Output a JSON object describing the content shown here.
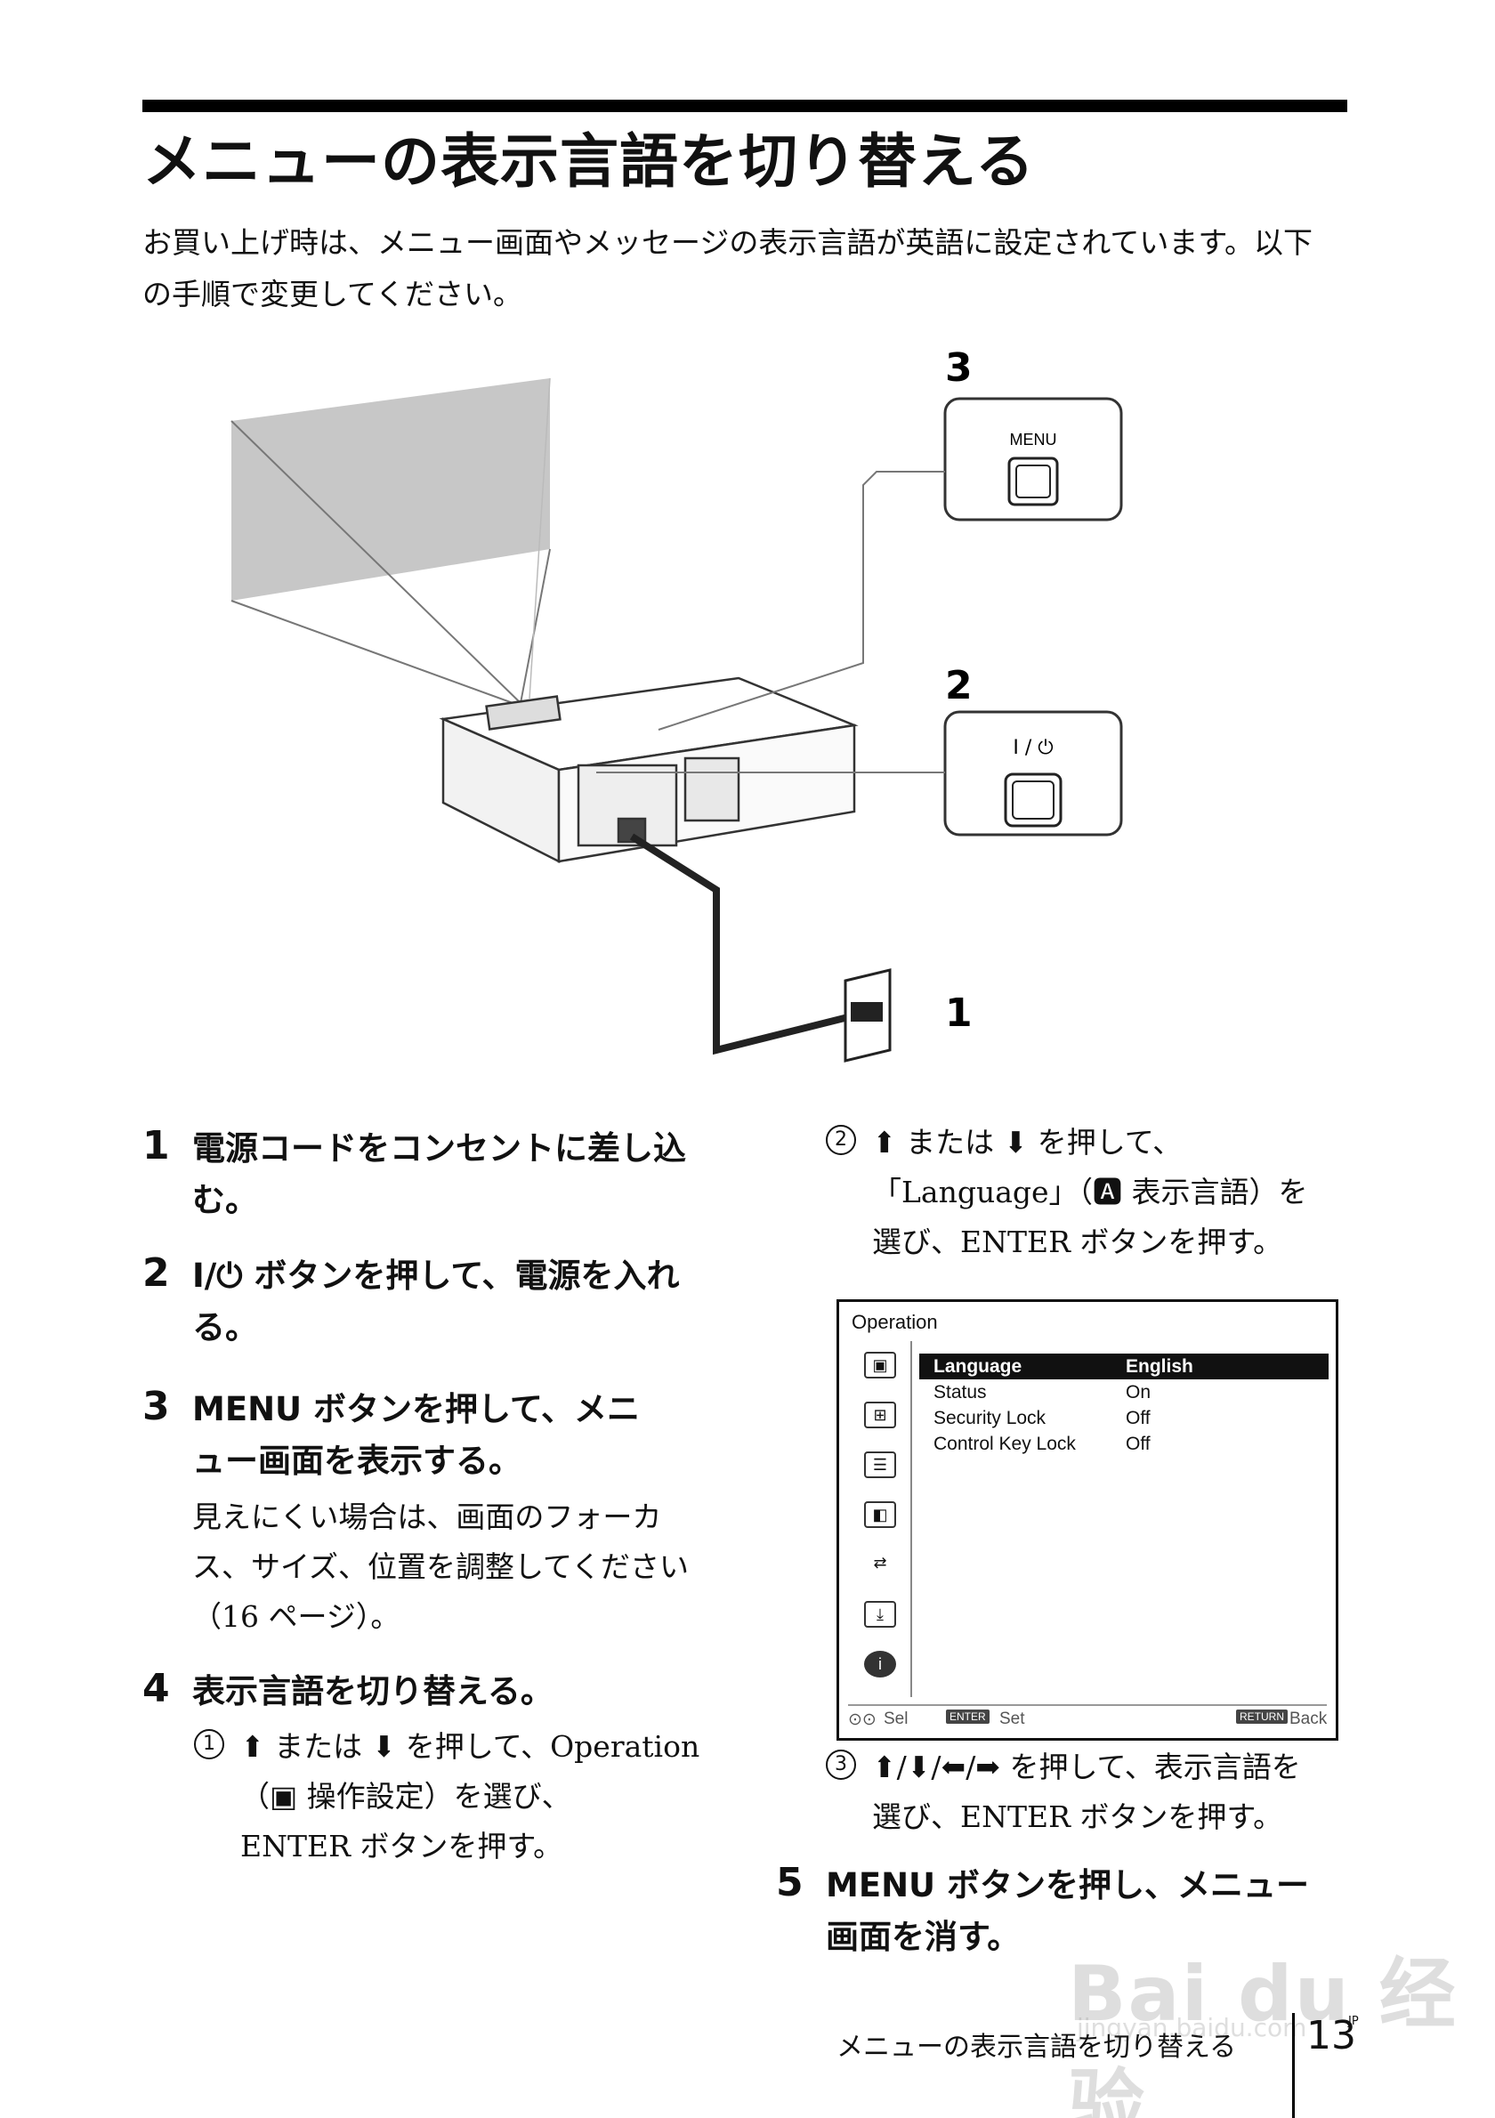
{
  "page": {
    "title": "メニューの表示言語を切り替える",
    "intro": "お買い上げ時は、メニュー画面やメッセージの表示言語が英語に設定されています。以下の手順で変更してください。"
  },
  "figure": {
    "callout3_num": "3",
    "callout3_label": "MENU",
    "callout2_num": "2",
    "callout2_label": "I / ⏻",
    "callout1_num": "1"
  },
  "steps": {
    "s1": {
      "num": "1",
      "text": "電源コードをコンセントに差し込む。"
    },
    "s2": {
      "num": "2",
      "text": "I/⏻ ボタンを押して、電源を入れる。"
    },
    "s3": {
      "num": "3",
      "text": "MENU ボタンを押して、メニュー画面を表示する。",
      "note": "見えにくい場合は、画面のフォーカス、サイズ、位置を調整してください（16 ページ）。"
    },
    "s4": {
      "num": "4",
      "text": "表示言語を切り替える。",
      "sub1_num": "1",
      "sub1_line1": "⬆ または ⬇ を押して、Operation",
      "sub1_line2": "（▣ 操作設定）を選び、",
      "sub1_line3": "ENTER ボタンを押す。",
      "sub2_num": "2",
      "sub2_line1": "⬆ または ⬇ を押して、",
      "sub2_line2": "「Language」（🅰 表示言語）を",
      "sub2_line3": "選び、ENTER ボタンを押す。",
      "sub3_num": "3",
      "sub3_line1": "⬆/⬇/⬅/➡ を押して、表示言語を",
      "sub3_line2": "選び、ENTER ボタンを押す。"
    },
    "s5": {
      "num": "5",
      "text_line1": "MENU ボタンを押し、メニュー",
      "text_line2": "画面を消す。"
    }
  },
  "osd": {
    "title": "Operation",
    "rows": [
      {
        "label": "Language",
        "value": "English"
      },
      {
        "label": "Status",
        "value": "On"
      },
      {
        "label": "Security Lock",
        "value": "Off"
      },
      {
        "label": "Control Key Lock",
        "value": "Off"
      }
    ],
    "bottom_sel": "Sel",
    "bottom_enter_key": "ENTER",
    "bottom_set": "Set",
    "bottom_return_key": "RETURN",
    "bottom_back": "Back",
    "icons": [
      "picture-icon",
      "screen-icon",
      "setup-icon",
      "operation-icon",
      "connection-icon",
      "installation-icon",
      "info-icon"
    ]
  },
  "footer": {
    "section": "メニューの表示言語を切り替える",
    "page_num": "13",
    "lang": "JP"
  },
  "watermark": {
    "brand": "Bai du 经验",
    "url": "jingyan.baidu.com"
  }
}
